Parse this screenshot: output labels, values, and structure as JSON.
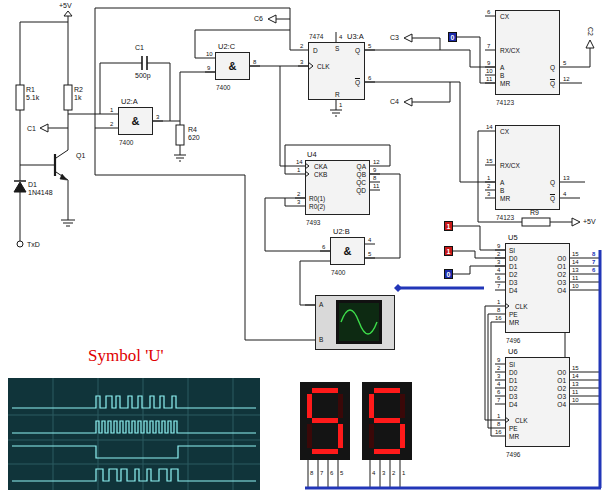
{
  "diagram": {
    "title": "Symbol 'U'",
    "nodes": [
      {
        "text": [
          "CX",
          "RX/CX",
          "A",
          "B",
          "MR",
          "Q",
          "Q",
          "74123"
        ]
      },
      {
        "text": [
          "U3:A",
          "7474",
          "D",
          "Q",
          "CLK",
          "S",
          "R",
          "Q"
        ]
      },
      {
        "text": [
          "U2:C",
          "&",
          "7400"
        ]
      },
      {
        "text": [
          "0"
        ]
      },
      {
        "text": [
          "U2:A",
          "&",
          "7400"
        ]
      },
      {
        "text": [
          "CX",
          "RX/CX",
          "A",
          "B",
          "MR",
          "Q",
          "Q",
          "74123"
        ]
      },
      {
        "text": [
          "U4",
          "CKA",
          "CKB",
          "R0(1)",
          "R0(2)",
          "QA",
          "QB",
          "QC",
          "QD",
          "7493"
        ]
      },
      {
        "text": [
          "1"
        ]
      },
      {
        "text": [
          "U2:B",
          "&",
          "7400"
        ]
      },
      {
        "text": [
          "U5",
          "SI",
          "D0",
          "D1",
          "D2",
          "D3",
          "D4",
          "CLK",
          "PE",
          "MR",
          "O0",
          "O1",
          "O2",
          "O3",
          "O4",
          "7496"
        ]
      },
      {
        "text": [
          "1"
        ]
      },
      {
        "text": [
          "0"
        ]
      },
      {
        "text": [
          "A",
          "B"
        ]
      },
      {
        "text": [
          "U6",
          "SI",
          "D0",
          "D1",
          "D2",
          "D3",
          "D4",
          "CLK",
          "PE",
          "MR",
          "O0",
          "O1",
          "O2",
          "O3",
          "O4",
          "7496"
        ]
      }
    ],
    "edges": [
      {
        "from": 4,
        "to": 2,
        "arrow": "none"
      },
      {
        "from": 2,
        "to": 1,
        "arrow": "none"
      },
      {
        "from": 1,
        "to": 0,
        "arrow": "none"
      },
      {
        "from": 1,
        "to": 5,
        "arrow": "none"
      },
      {
        "from": 3,
        "to": 0,
        "arrow": "none"
      },
      {
        "from": 6,
        "to": 8,
        "arrow": "none"
      },
      {
        "from": 8,
        "to": 6,
        "arrow": "none"
      },
      {
        "from": 7,
        "to": 9,
        "arrow": "none"
      },
      {
        "from": 10,
        "to": 9,
        "arrow": "none"
      },
      {
        "from": 11,
        "to": 9,
        "arrow": "none"
      },
      {
        "from": 9,
        "to": 13,
        "arrow": "none"
      },
      {
        "from": 8,
        "to": 12,
        "arrow": "none"
      }
    ],
    "labels": [
      "+5V",
      "R1",
      "5.1k",
      "R2",
      "1k",
      "C1",
      "500p",
      "R4",
      "620",
      "Q1",
      "D1",
      "1N4148",
      "C1",
      "TxD",
      "C6",
      "C3",
      "C4",
      "C2",
      "R9",
      "+5V",
      "1",
      "2",
      "3",
      "10",
      "9",
      "8",
      "2",
      "3",
      "5",
      "6",
      "4",
      "1",
      "6",
      "7",
      "9",
      "10",
      "11",
      "5",
      "12",
      "14",
      "15",
      "1",
      "2",
      "3",
      "13",
      "4",
      "14",
      "1",
      "2",
      "3",
      "12",
      "9",
      "8",
      "11",
      "6",
      "4",
      "5",
      "9",
      "2",
      "3",
      "4",
      "6",
      "7",
      "1",
      "8",
      "16",
      "15",
      "14",
      "13",
      "11",
      "10",
      "8",
      "7",
      "6",
      "9",
      "2",
      "3",
      "4",
      "6",
      "7",
      "1",
      "8",
      "16",
      "15",
      "14",
      "13",
      "11",
      "10",
      "8",
      "7",
      "6",
      "5",
      "4",
      "3",
      "2",
      "1"
    ]
  }
}
